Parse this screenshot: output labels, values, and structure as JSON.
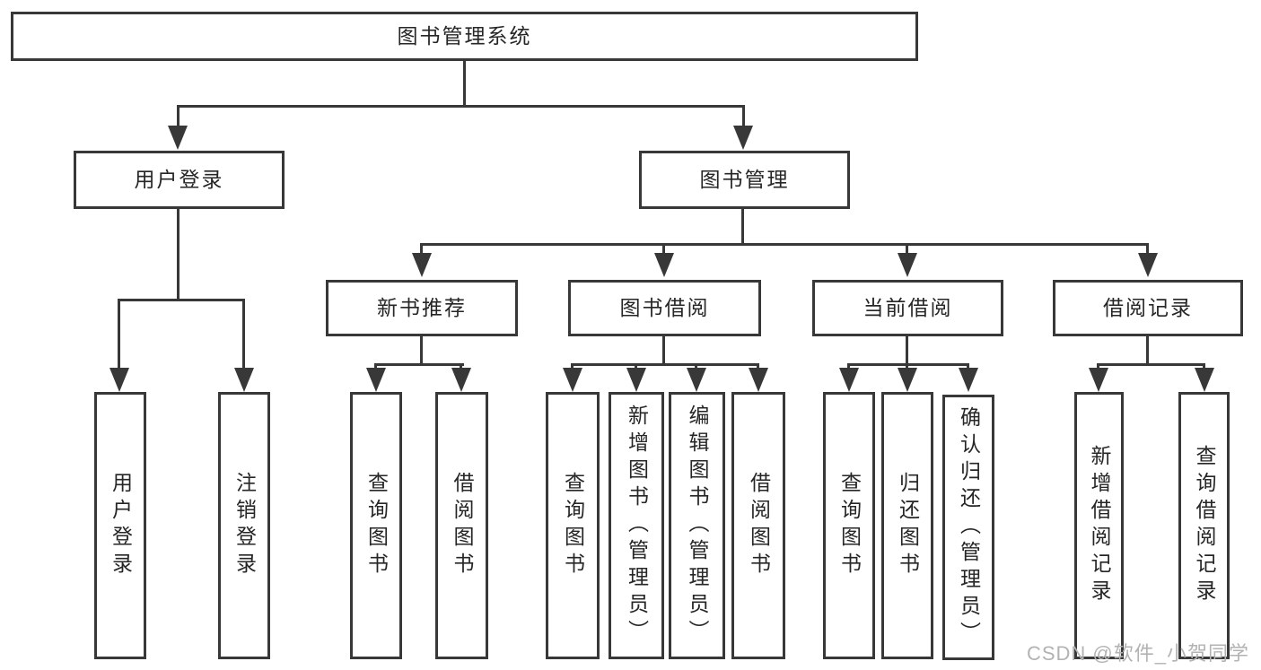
{
  "diagram": {
    "title": "图书管理系统",
    "nodes": [
      {
        "id": "root",
        "label": "图书管理系统",
        "parent": null
      },
      {
        "id": "user-login",
        "label": "用户登录",
        "parent": "root"
      },
      {
        "id": "book-mgmt",
        "label": "图书管理",
        "parent": "root"
      },
      {
        "id": "new-book-rec",
        "label": "新书推荐",
        "parent": "book-mgmt"
      },
      {
        "id": "book-borrow",
        "label": "图书借阅",
        "parent": "book-mgmt"
      },
      {
        "id": "current-borrow",
        "label": "当前借阅",
        "parent": "book-mgmt"
      },
      {
        "id": "borrow-record",
        "label": "借阅记录",
        "parent": "book-mgmt"
      },
      {
        "id": "leaf-user-login",
        "label": "用户登录",
        "parent": "user-login"
      },
      {
        "id": "leaf-logout",
        "label": "注销登录",
        "parent": "user-login"
      },
      {
        "id": "leaf-query-book-1",
        "label": "查询图书",
        "parent": "new-book-rec"
      },
      {
        "id": "leaf-borrow-book-1",
        "label": "借阅图书",
        "parent": "new-book-rec"
      },
      {
        "id": "leaf-query-book-2",
        "label": "查询图书",
        "parent": "book-borrow"
      },
      {
        "id": "leaf-add-book",
        "label": "新增图书（管理员）",
        "parent": "book-borrow"
      },
      {
        "id": "leaf-edit-book",
        "label": "编辑图书（管理员）",
        "parent": "book-borrow"
      },
      {
        "id": "leaf-borrow-book-2",
        "label": "借阅图书",
        "parent": "book-borrow"
      },
      {
        "id": "leaf-query-book-3",
        "label": "查询图书",
        "parent": "current-borrow"
      },
      {
        "id": "leaf-return-book",
        "label": "归还图书",
        "parent": "current-borrow"
      },
      {
        "id": "leaf-confirm-return",
        "label": "确认归还（管理员）",
        "parent": "current-borrow"
      },
      {
        "id": "leaf-add-record",
        "label": "新增借阅记录",
        "parent": "borrow-record"
      },
      {
        "id": "leaf-query-record",
        "label": "查询借阅记录",
        "parent": "borrow-record"
      }
    ]
  },
  "watermark": {
    "text": "CSDN @软件_小贺同学"
  },
  "colors": {
    "line": "#383838",
    "node_border": "#383838",
    "node_text": "#262626",
    "background": "#ffffff",
    "watermark": "#b3b3b3"
  }
}
